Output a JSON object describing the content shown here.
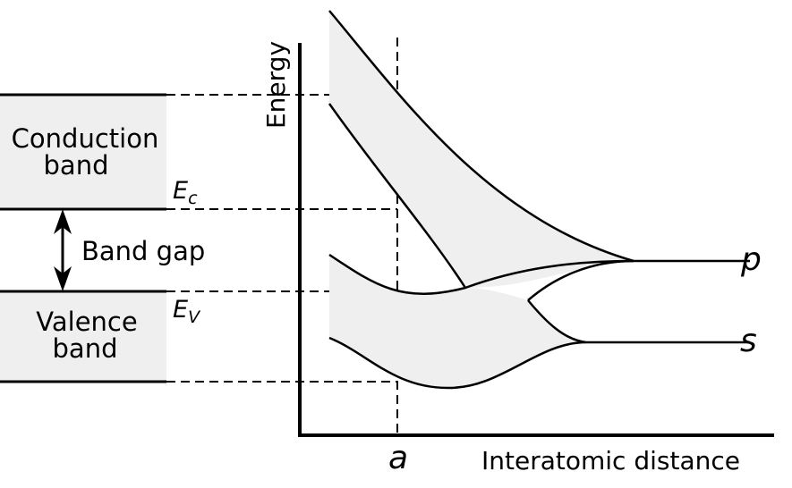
{
  "left_panel": {
    "conduction_line1": "Conduction",
    "conduction_line2": "band",
    "band_gap": "Band gap",
    "valence_line1": "Valence",
    "valence_line2": "band",
    "ec_main": "E",
    "ec_sub": "c",
    "ev_main": "E",
    "ev_sub": "V"
  },
  "graph": {
    "y_axis_label": "Energy",
    "x_axis_label": "Interatomic distance",
    "x_marker": "a",
    "curve_p": "p",
    "curve_s": "s"
  },
  "colors": {
    "band_fill": "#efefef",
    "line": "#000000"
  }
}
